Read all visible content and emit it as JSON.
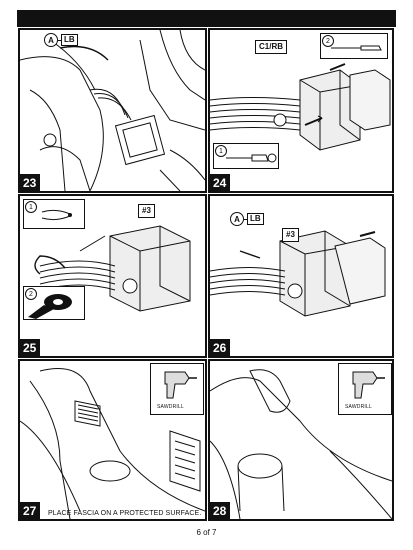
{
  "steps": [
    {
      "number": "23",
      "caption": "",
      "callouts": [
        {
          "letter": "A",
          "label": "LB"
        }
      ]
    },
    {
      "number": "24",
      "caption": "",
      "connector_label": "C1/RB",
      "tool_numbers": [
        "1",
        "2"
      ]
    },
    {
      "number": "25",
      "caption": "",
      "wire_label": "#3",
      "tool_numbers": [
        "1",
        "2"
      ]
    },
    {
      "number": "26",
      "caption": "",
      "callouts": [
        {
          "letter": "A",
          "label": "LB"
        }
      ],
      "wire_label": "#3"
    },
    {
      "number": "27",
      "caption": "PLACE FASCIA ON A PROTECTED SURFACE.",
      "tool_label": "SAWDRILL"
    },
    {
      "number": "28",
      "caption": "",
      "tool_label": "SAWDRILL"
    }
  ],
  "footer": {
    "page_label": "6 of 7"
  },
  "icons": {
    "screwdriver": "screwdriver-icon",
    "pliers": "wire-cutter-icon",
    "tape": "tape-roll-icon",
    "drill": "sawdrill-icon"
  },
  "colors": {
    "ink": "#111111",
    "paper": "#ffffff",
    "fill": "#e6e6e6"
  }
}
